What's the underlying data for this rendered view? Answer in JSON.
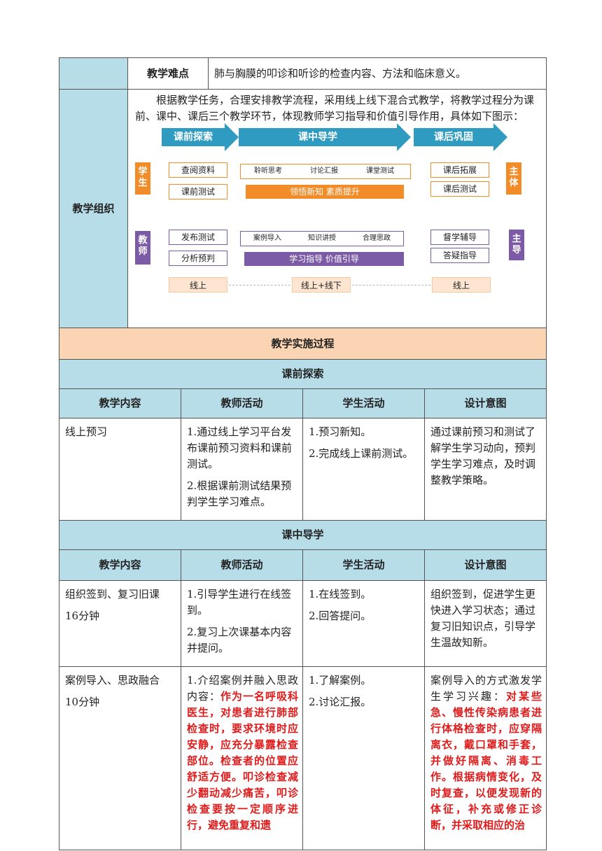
{
  "top": {
    "difficulty_label": "教学难点",
    "difficulty_text": "肺与胸膜的叩诊和听诊的检查内容、方法和临床意义。",
    "org_label": "教学组织",
    "org_intro": "根据教学任务，合理安排教学流程，采用线上线下混合式教学，将教学过程分为课前、课中、课后三个教学环节，体现教师学习指导和价值引导作用，具体如下图示："
  },
  "diagram": {
    "phases": [
      "课前探索",
      "课中导学",
      "课后巩固"
    ],
    "student_side": "学生",
    "student_role": "主体",
    "teacher_side": "教师",
    "teacher_role": "主导",
    "student_pre": [
      "查阅资料",
      "课前测试"
    ],
    "student_mid": [
      "聆听思考",
      "讨论汇报",
      "课堂测试"
    ],
    "student_bar": "领悟新知 素质提升",
    "student_post": [
      "课后拓展",
      "课后测试"
    ],
    "teacher_pre": [
      "发布测试",
      "分析预判"
    ],
    "teacher_mid": [
      "案例导入",
      "知识讲授",
      "合理思政"
    ],
    "teacher_bar": "学习指导 价值引导",
    "teacher_post": [
      "督学辅导",
      "答疑指导"
    ],
    "modes": [
      "线上",
      "线上+线下",
      "线上"
    ],
    "colors": {
      "arrow": "#2f9bc0",
      "orange": "#f28c28",
      "purple": "#7b5aa6"
    }
  },
  "process_title": "教学实施过程",
  "sections": [
    {
      "title": "课前探索",
      "headers": [
        "教学内容",
        "教师活动",
        "学生活动",
        "设计意图"
      ],
      "rows": [
        {
          "content": [
            "线上预习"
          ],
          "teacher": [
            "1.通过线上学习平台发布课前预习资料和课前测试。",
            "2.根据课前测试结果预判学生学习难点。"
          ],
          "student": [
            "1.预习新知。",
            "2.完成线上课前测试。"
          ],
          "intent_plain": "通过课前预习和测试了解学生学习动向，预判学生学习难点，及时调整教学策略。",
          "intent_red": ""
        }
      ]
    },
    {
      "title": "课中导学",
      "headers": [
        "教学内容",
        "教师活动",
        "学生活动",
        "设计意图"
      ],
      "rows": [
        {
          "content": [
            "组织签到、复习旧课",
            "16分钟"
          ],
          "teacher": [
            "1.引导学生进行在线签到。",
            "2.复习上次课基本内容并提问。"
          ],
          "student": [
            "1.在线签到。",
            "2.回答提问。"
          ],
          "intent_plain": "组织签到，促进学生更快进入学习状态；通过复习旧知识点，引导学生温故知新。",
          "intent_red": ""
        },
        {
          "content": [
            "案例导入、思政融合",
            "10分钟"
          ],
          "teacher_plain": "1.介绍案例并融入思政内容：",
          "teacher_red": "作为一名呼吸科医生，对患者进行肺部检查时，要求环境时应安静，应充分暴露检查部位。检查者的位置应舒适方便。叩诊检查减少翻动减少痛苦，叩诊检查要按一定顺序进行，避免重复和遗",
          "student": [
            "1.了解案例。",
            "2.讨论汇报。"
          ],
          "intent_plain": "案例导入的方式激发学生学习兴趣：",
          "intent_red": "对某些急、慢性传染病患者进行体格检查时，应穿隔离衣，戴口罩和手套，并做好隔离、消毒工作。根据病情变化，及时复查，以便发现新的体征，补充或修正诊断，并采取相应的治"
        }
      ]
    }
  ]
}
